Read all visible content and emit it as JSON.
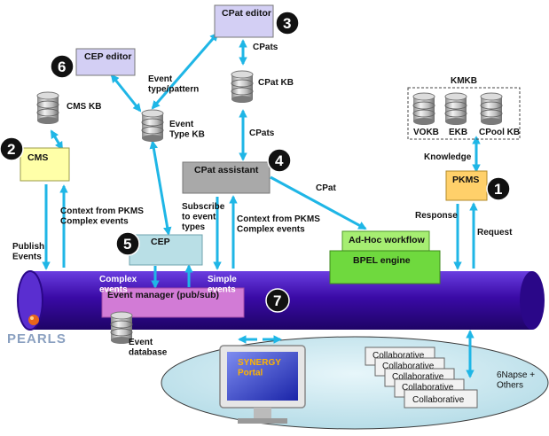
{
  "nodes": {
    "cpat_editor": "CPat editor",
    "cep_editor": "CEP editor",
    "cms": "CMS",
    "cms_kb": "CMS KB",
    "event_type_kb": "Event\nType KB",
    "cpat_kb": "CPat KB",
    "cpat_assistant": "CPat assistant",
    "cep": "CEP",
    "adhoc_workflow": "Ad-Hoc workflow",
    "bpel_engine": "BPEL engine",
    "pkms": "PKMS",
    "kmkb": "KMKB",
    "vokb": "VOKB",
    "ekb": "EKB",
    "cpool_kb": "CPool KB",
    "event_manager": "Event manager (pub/sub)",
    "event_database": "Event\ndatabase",
    "synergy_portal": "SYNERGY\nPortal",
    "collaborative": "Collaborative",
    "others": "6Napse +\nOthers",
    "pearls": "PEARLS"
  },
  "edge_labels": {
    "cpats_top": "CPats",
    "cpats_mid": "CPats",
    "event_type_pattern": "Event\ntype/pattern",
    "cpat": "CPat",
    "knowledge": "Knowledge",
    "response": "Response",
    "request": "Request",
    "context_cms": "Context from PKMS\nComplex events",
    "publish_events": "Publish\nEvents",
    "subscribe": "Subscribe\nto event\ntypes",
    "context_cpat": "Context from PKMS\nComplex events",
    "complex_events": "Complex\nevents",
    "simple_events": "Simple\nevents"
  },
  "badges": [
    "1",
    "2",
    "3",
    "4",
    "5",
    "6",
    "7"
  ],
  "colors": {
    "bus": "#3a0aa6",
    "arrow": "#1fb6e6",
    "editor_box": "#d3cff4",
    "cms_box": "#ffffa8",
    "assistant_box": "#a9a9a9",
    "cep_box": "#b9dfe6",
    "workflow_box": "#a6ee72",
    "bpel_box": "#6fd93e",
    "pkms_box": "#ffd06a",
    "event_manager_box": "#d27bd6",
    "ellipse_fill": "#c9e8ef"
  }
}
